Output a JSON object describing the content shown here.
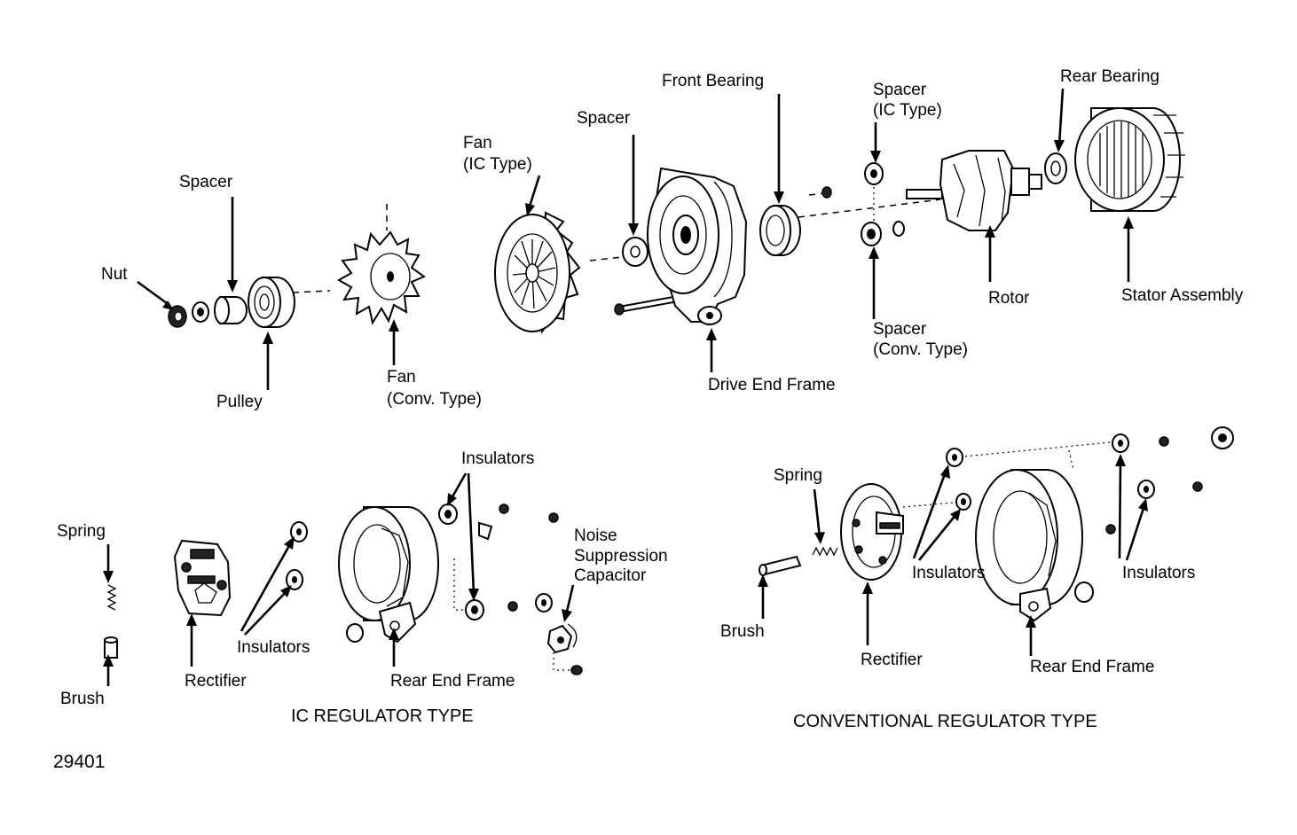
{
  "labels": {
    "nut": "Nut",
    "spacer_pulley": "Spacer",
    "pulley": "Pulley",
    "fan_conv_1": "Fan",
    "fan_conv_2": "(Conv. Type)",
    "fan_ic_1": "Fan",
    "fan_ic_2": "(IC Type)",
    "spacer_front": "Spacer",
    "front_bearing": "Front Bearing",
    "drive_end_frame": "Drive End Frame",
    "spacer_ic_1": "Spacer",
    "spacer_ic_2": "(IC Type)",
    "spacer_conv_1": "Spacer",
    "spacer_conv_2": "(Conv. Type)",
    "rotor": "Rotor",
    "rear_bearing": "Rear Bearing",
    "stator_assembly": "Stator Assembly",
    "ic_spring": "Spring",
    "ic_brush": "Brush",
    "ic_rectifier": "Rectifier",
    "ic_insulators_left": "Insulators",
    "ic_insulators_top": "Insulators",
    "ic_rear_end_frame": "Rear End Frame",
    "capacitor_1": "Noise",
    "capacitor_2": "Suppression",
    "capacitor_3": "Capacitor",
    "conv_spring": "Spring",
    "conv_brush": "Brush",
    "conv_rectifier": "Rectifier",
    "conv_insulators_mid": "Insulators",
    "conv_insulators_right": "Insulators",
    "conv_rear_end_frame": "Rear End Frame"
  },
  "captions": {
    "ic": "IC REGULATOR TYPE",
    "conventional": "CONVENTIONAL REGULATOR TYPE"
  },
  "figure_number": "29401"
}
